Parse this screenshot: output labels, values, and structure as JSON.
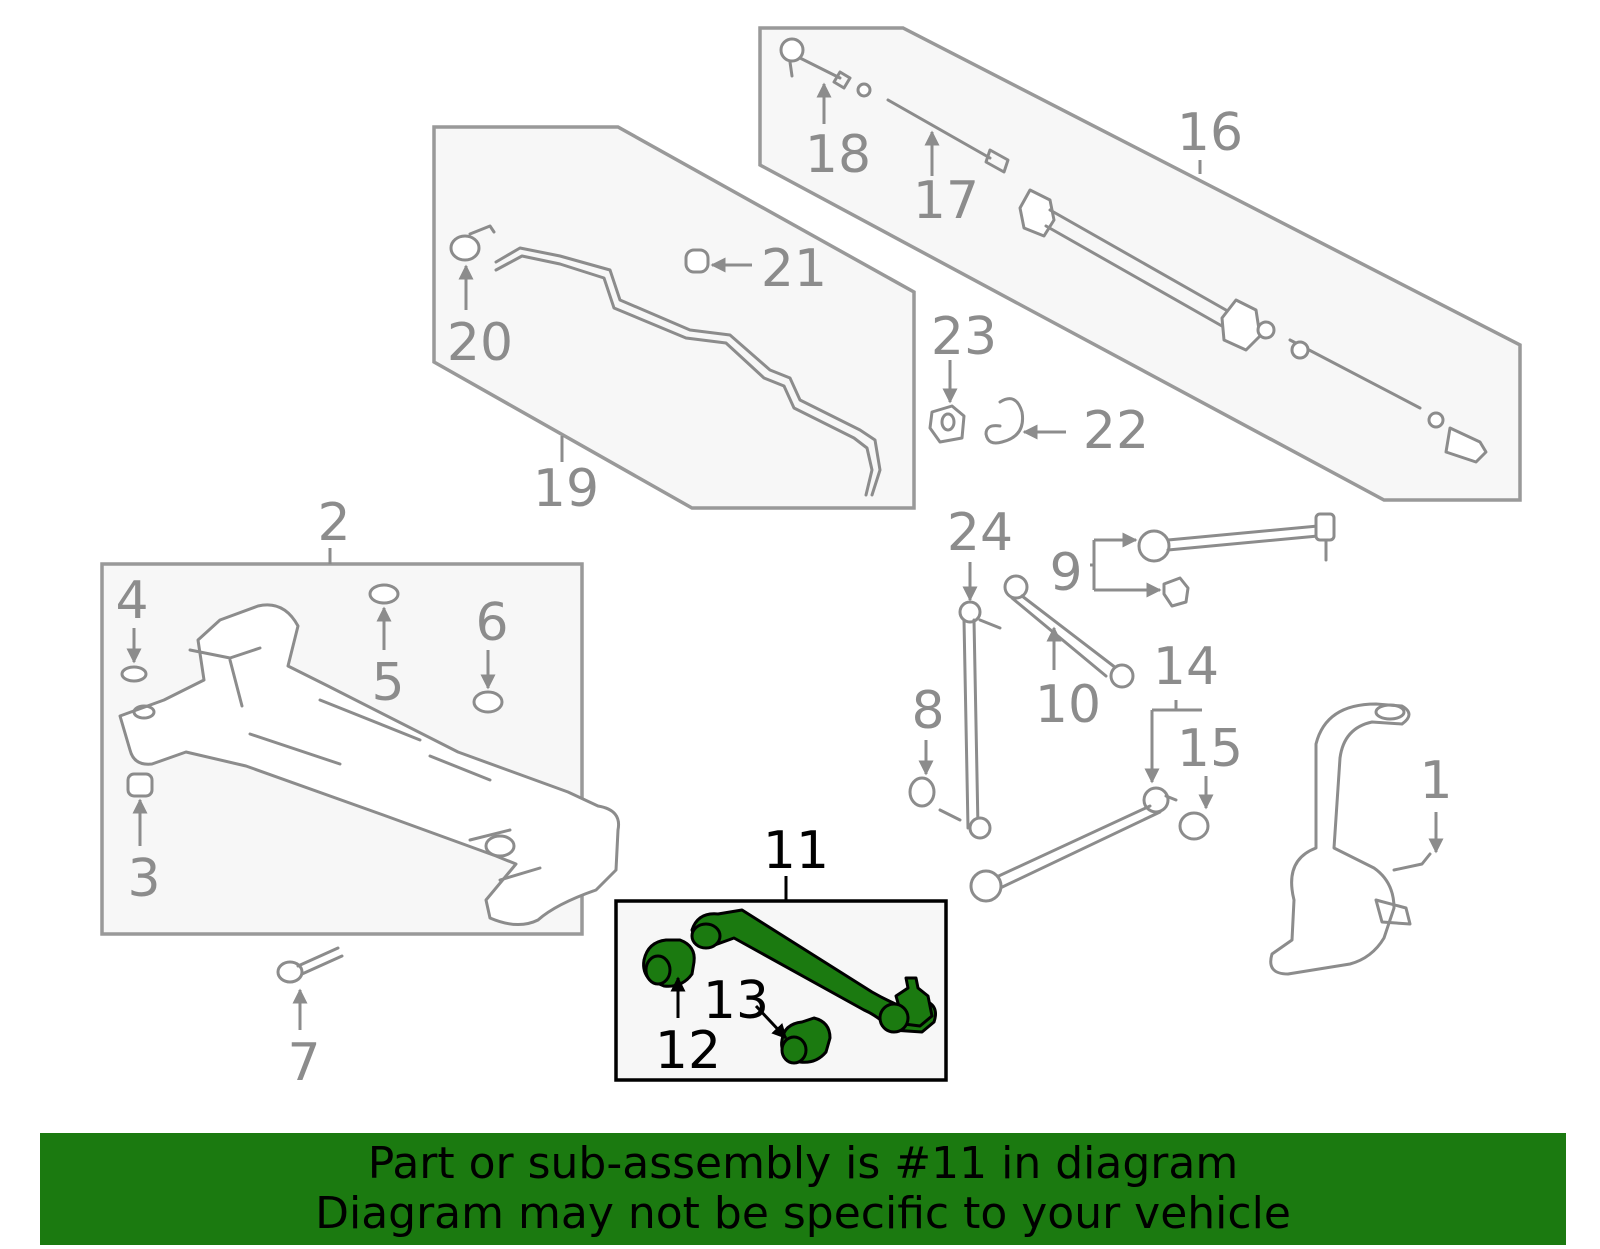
{
  "callouts": {
    "c1": "1",
    "c2": "2",
    "c3": "3",
    "c4": "4",
    "c5": "5",
    "c6": "6",
    "c7": "7",
    "c8": "8",
    "c9": "9",
    "c10": "10",
    "c11": "11",
    "c12": "12",
    "c13": "13",
    "c14": "14",
    "c15": "15",
    "c16": "16",
    "c17": "17",
    "c18": "18",
    "c19": "19",
    "c20": "20",
    "c21": "21",
    "c22": "22",
    "c23": "23",
    "c24": "24"
  },
  "highlighted_part": "11",
  "banner": {
    "line1": "Part or sub-assembly is #11 in diagram",
    "line2": "Diagram may not be specific to your vehicle"
  },
  "colors": {
    "highlight": "#1b7a10",
    "parts": "#8c8c8c"
  }
}
